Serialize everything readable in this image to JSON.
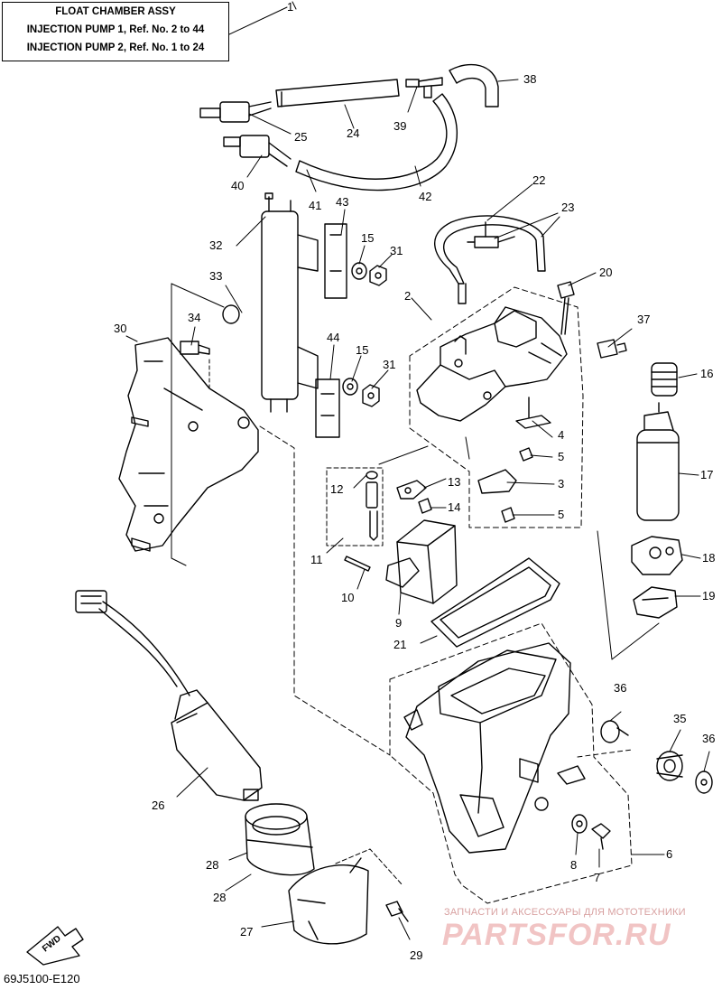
{
  "header": {
    "title": "FLOAT CHAMBER ASSY",
    "line1": "INJECTION PUMP 1, Ref. No. 2 to 44",
    "line2": "INJECTION PUMP 2, Ref. No. 1 to 24"
  },
  "diagram_code": "69J5100-E120",
  "watermark": {
    "line1": "ЗАПЧАСТИ И АКСЕССУАРЫ ДЛЯ МОТОТЕХНИКИ",
    "line2": "PARTSFOR.RU"
  },
  "fwd_label": "FWD",
  "callouts": {
    "c1": "1",
    "c2": "2",
    "c3": "3",
    "c4": "4",
    "c5a": "5",
    "c5b": "5",
    "c6": "6",
    "c7": "7",
    "c8": "8",
    "c9": "9",
    "c10": "10",
    "c11": "11",
    "c12": "12",
    "c13": "13",
    "c14": "14",
    "c15a": "15",
    "c15b": "15",
    "c16": "16",
    "c17": "17",
    "c18": "18",
    "c19": "19",
    "c20": "20",
    "c21": "21",
    "c22": "22",
    "c23": "23",
    "c24": "24",
    "c25": "25",
    "c26": "26",
    "c27": "27",
    "c28a": "28",
    "c28b": "28",
    "c29": "29",
    "c30": "30",
    "c31a": "31",
    "c31b": "31",
    "c32": "32",
    "c33": "33",
    "c34": "34",
    "c35": "35",
    "c36a": "36",
    "c36b": "36",
    "c37": "37",
    "c38": "38",
    "c39": "39",
    "c40": "40",
    "c41": "41",
    "c42": "42",
    "c43": "43",
    "c44": "44"
  }
}
